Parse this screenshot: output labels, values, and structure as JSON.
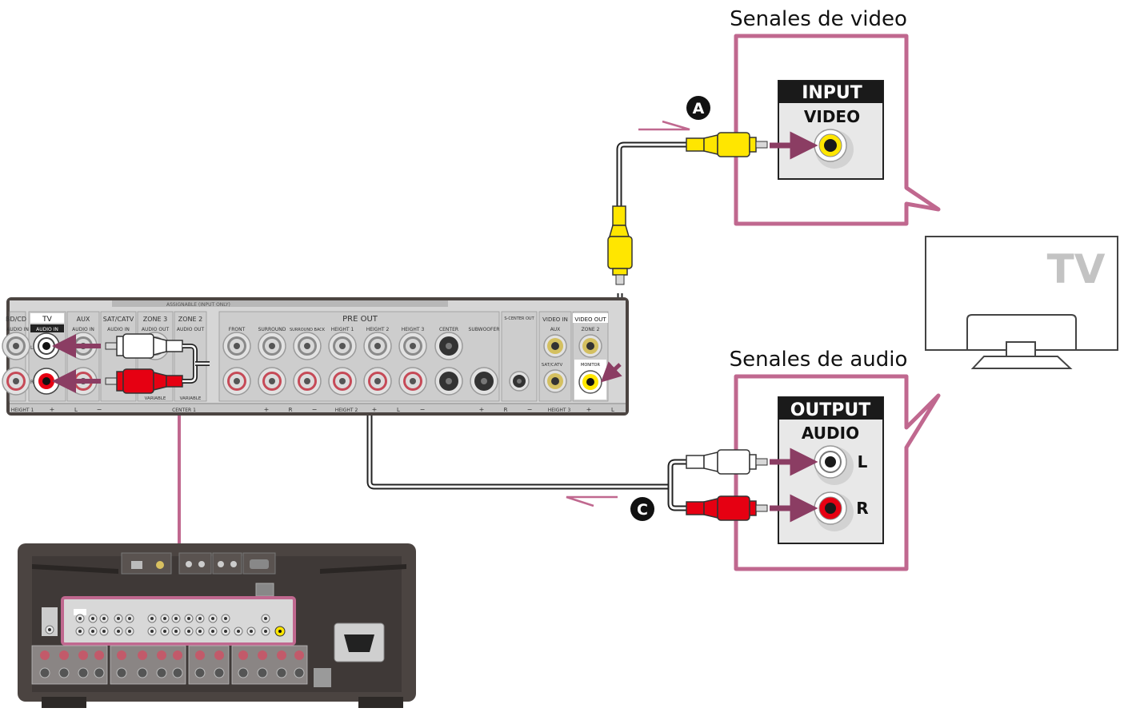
{
  "video_section": {
    "title": "Senales de video",
    "badge": "INPUT",
    "label": "VIDEO"
  },
  "audio_section": {
    "title": "Senales de audio",
    "badge": "OUTPUT",
    "label": "AUDIO",
    "left": "L",
    "right": "R"
  },
  "tv": {
    "label": "TV"
  },
  "cables": {
    "video": "A",
    "audio": "C"
  },
  "receiver_panel": {
    "assignable": "ASSIGNABLE (INPUT ONLY)",
    "bd_cd": "BD/CD",
    "audio_in_left": "AUDIO IN",
    "tv": "TV",
    "tv_audio_in": "AUDIO IN",
    "aux": "AUX",
    "aux_audio_in": "AUDIO IN",
    "satcatv": "SAT/CATV",
    "satcatv_audio_in": "AUDIO IN",
    "zone3": "ZONE 3",
    "zone3_audio_out": "AUDIO OUT",
    "zone2": "ZONE 2",
    "zone2_audio_out": "AUDIO OUT",
    "variable1": "VARIABLE",
    "variable2": "VARIABLE",
    "pre_out": "PRE OUT",
    "front": "FRONT",
    "surround": "SURROUND",
    "surround_back": "SURROUND BACK",
    "height1": "HEIGHT 1",
    "height2": "HEIGHT 2",
    "height3": "HEIGHT 3",
    "center": "CENTER",
    "subwoofer": "SUBWOOFER",
    "s_center_out": "S-CENTER OUT",
    "video_in": "VIDEO IN",
    "video_in_aux": "AUX",
    "video_in_satcatv": "SAT/CATV",
    "video_out": "VIDEO OUT",
    "video_out_zone2": "ZONE 2",
    "monitor": "MONITOR",
    "ch_l": "L",
    "ch_r": "R",
    "bottom_height1": "HEIGHT 1",
    "bottom_center1": "CENTER 1",
    "bottom_height2": "HEIGHT 2",
    "bottom_height3": "HEIGHT 3",
    "plus": "+",
    "minus": "−",
    "bl": "L",
    "br": "R"
  },
  "colors": {
    "magenta": "#c0688f",
    "arrow": "#8b3d63",
    "yellow": "#ffe600",
    "red": "#e60012",
    "panel": "#d2d2d2",
    "receiver": "#4b4441"
  }
}
